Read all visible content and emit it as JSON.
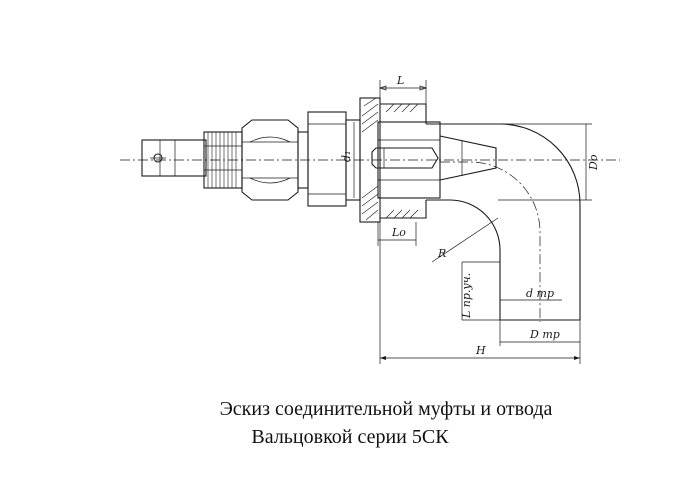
{
  "drawing": {
    "dimensions": {
      "L": "L",
      "Lo": "Lo",
      "d1": "d₁",
      "Do": "Do",
      "R": "R",
      "L_pruch": "L пр.уч.",
      "d_tr": "d тр",
      "D_tr": "D тр",
      "H": "H"
    }
  },
  "caption": {
    "line1": "Эскиз соединительной муфты и отвода",
    "line2": "Вальцовкой серии 5СК"
  }
}
